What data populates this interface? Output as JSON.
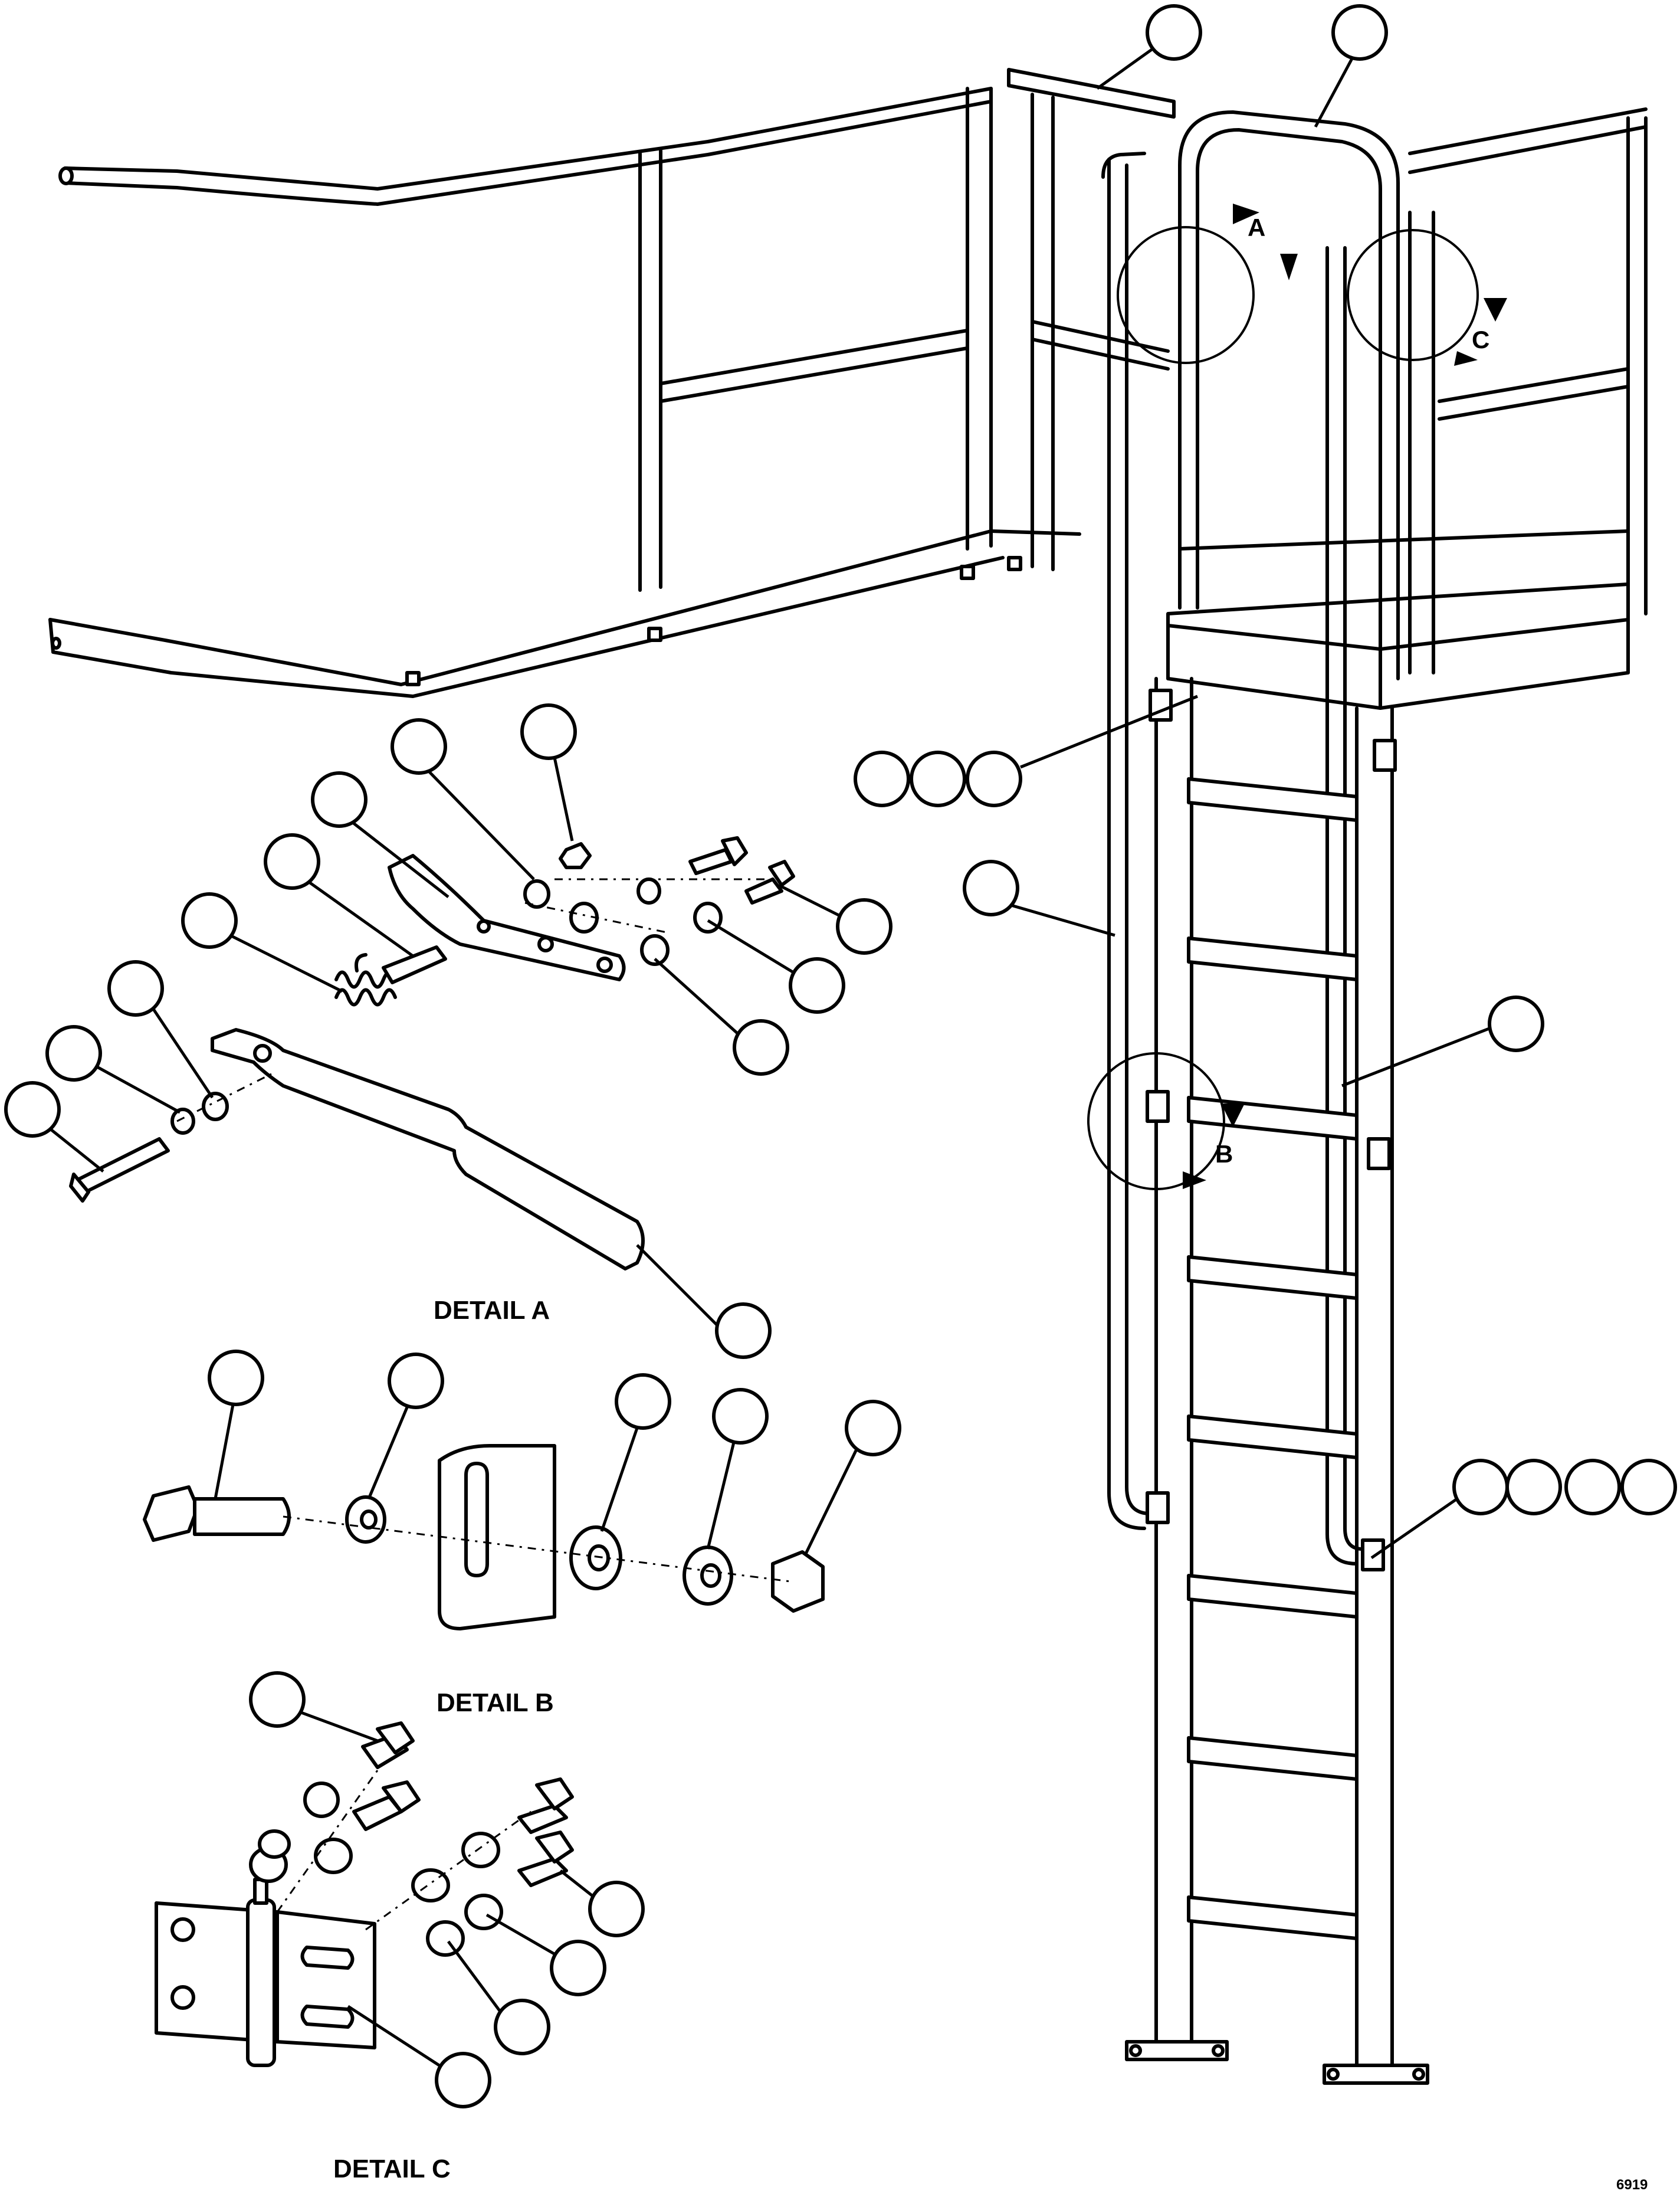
{
  "views": {
    "detail_a": "DETAIL A",
    "detail_b": "DETAIL B",
    "detail_c": "DETAIL C",
    "marker_a": "A",
    "marker_b": "B",
    "marker_c": "C"
  },
  "figure_id": "6919",
  "colors": {
    "line": "#000000",
    "background": "#ffffff"
  }
}
